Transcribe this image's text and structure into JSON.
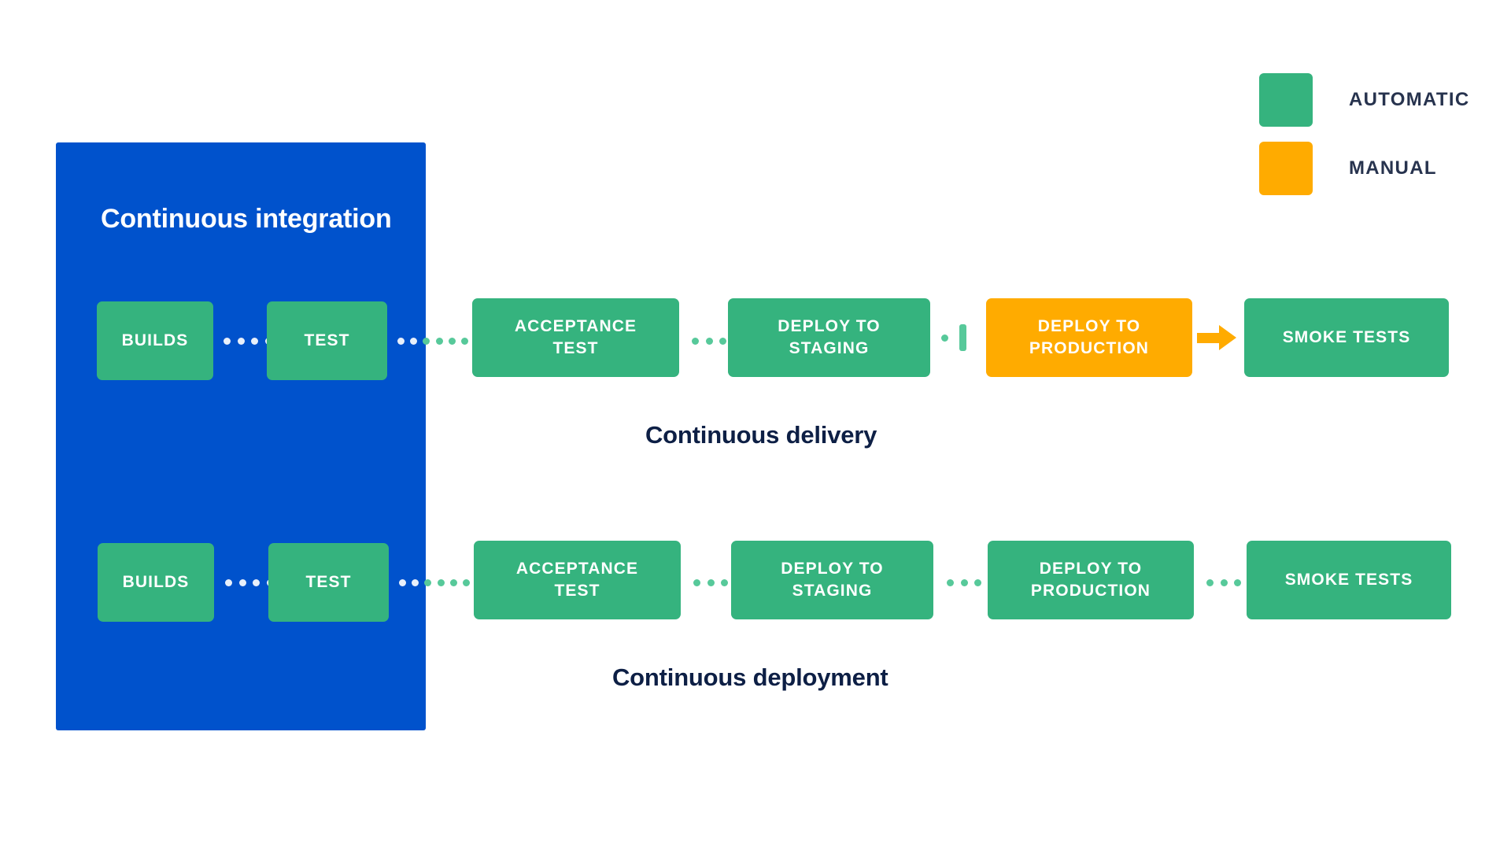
{
  "ci_panel": {
    "title": "Continuous integration",
    "color": "#0052cc"
  },
  "colors": {
    "automatic": "#35b37e",
    "manual": "#ffab00",
    "continuous_integration": "#0052cc",
    "caption_text": "#0d1f45",
    "legend_text": "#27334e",
    "connector_dot": "#57c99a",
    "connector_dot_on_blue": "#e8f0fb"
  },
  "legend": {
    "items": [
      {
        "label": "AUTOMATIC",
        "swatch": "green",
        "color": "#35b37e"
      },
      {
        "label": "MANUAL",
        "swatch": "orange",
        "color": "#ffab00"
      }
    ]
  },
  "pipelines": [
    {
      "name": "continuous-delivery",
      "caption": "Continuous delivery",
      "stages": [
        {
          "label": "BUILDS",
          "type": "automatic",
          "inside_ci": true
        },
        {
          "label": "TEST",
          "type": "automatic",
          "inside_ci": true
        },
        {
          "label": "ACCEPTANCE TEST",
          "line1": "ACCEPTANCE",
          "line2": "TEST",
          "type": "automatic",
          "inside_ci": false
        },
        {
          "label": "DEPLOY TO STAGING",
          "line1": "DEPLOY TO",
          "line2": "STAGING",
          "type": "automatic",
          "inside_ci": false
        },
        {
          "label": "DEPLOY TO PRODUCTION",
          "line1": "DEPLOY TO",
          "line2": "PRODUCTION",
          "type": "manual",
          "inside_ci": false
        },
        {
          "label": "SMOKE TESTS",
          "type": "automatic",
          "inside_ci": false
        }
      ],
      "connectors": [
        "dotted",
        "dotted",
        "dotted",
        "gate",
        "arrow"
      ]
    },
    {
      "name": "continuous-deployment",
      "caption": "Continuous deployment",
      "stages": [
        {
          "label": "BUILDS",
          "type": "automatic",
          "inside_ci": true
        },
        {
          "label": "TEST",
          "type": "automatic",
          "inside_ci": true
        },
        {
          "label": "ACCEPTANCE TEST",
          "line1": "ACCEPTANCE",
          "line2": "TEST",
          "type": "automatic",
          "inside_ci": false
        },
        {
          "label": "DEPLOY TO STAGING",
          "line1": "DEPLOY TO",
          "line2": "STAGING",
          "type": "automatic",
          "inside_ci": false
        },
        {
          "label": "DEPLOY TO PRODUCTION",
          "line1": "DEPLOY TO",
          "line2": "PRODUCTION",
          "type": "automatic",
          "inside_ci": false
        },
        {
          "label": "SMOKE TESTS",
          "type": "automatic",
          "inside_ci": false
        }
      ],
      "connectors": [
        "dotted",
        "dotted",
        "dotted",
        "dotted",
        "dotted"
      ]
    }
  ]
}
